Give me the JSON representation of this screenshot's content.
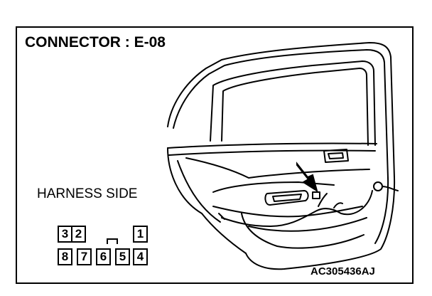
{
  "diagram": {
    "title": "CONNECTOR : E-08",
    "side_label": "HARNESS SIDE",
    "figure_code": "AC305436AJ",
    "connector_pins": {
      "top_row": [
        "3",
        "2",
        "1"
      ],
      "bottom_row": [
        "8",
        "7",
        "6",
        "5",
        "4"
      ]
    }
  }
}
